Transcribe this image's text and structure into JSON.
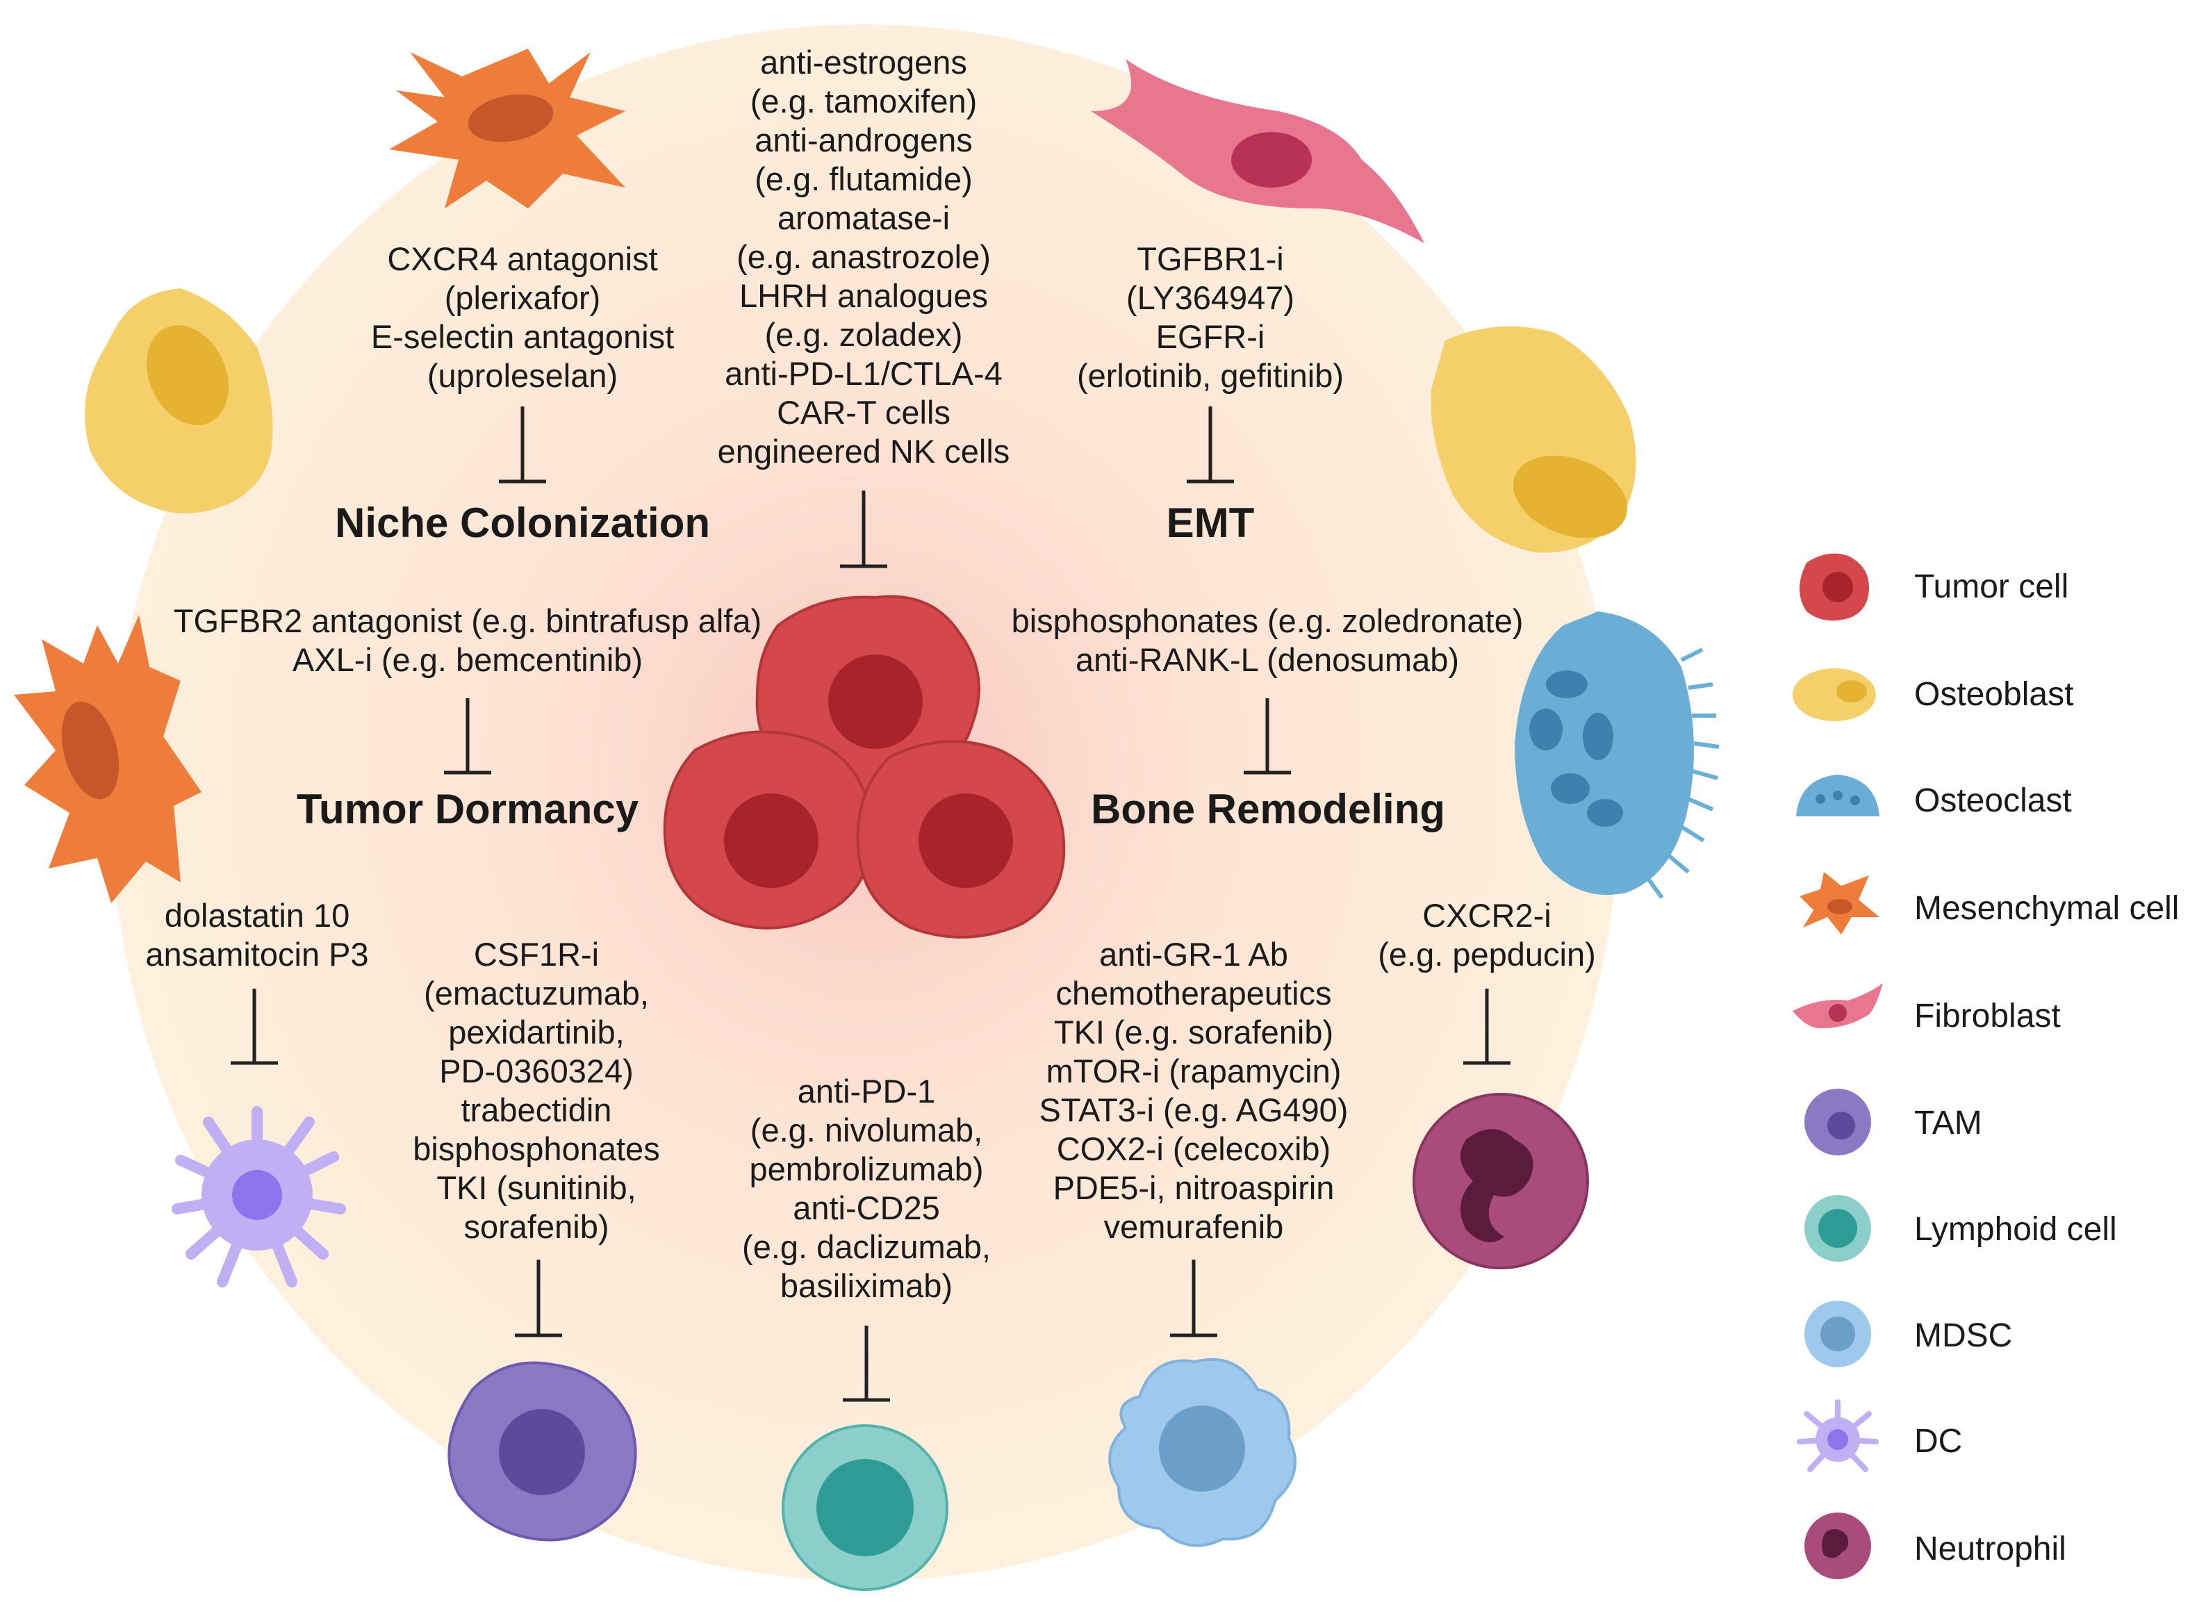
{
  "processes": {
    "niche_colonization": "Niche Colonization",
    "emt": "EMT",
    "tumor_dormancy": "Tumor Dormancy",
    "bone_remodeling": "Bone Remodeling"
  },
  "drugs": {
    "niche": "CXCR4 antagonist\n(plerixafor)\nE-selectin antagonist\n(uproleselan)",
    "center": "anti-estrogens\n(e.g. tamoxifen)\nanti-androgens\n(e.g. flutamide)\naromatase-i\n(e.g. anastrozole)\nLHRH analogues\n(e.g. zoladex)\nanti-PD-L1/CTLA-4\nCAR-T cells\nengineered NK cells",
    "emt": "TGFBR1-i\n(LY364947)\nEGFR-i\n(erlotinib, gefitinib)",
    "dormancy": "TGFBR2 antagonist (e.g. bintrafusp alfa)\nAXL-i (e.g. bemcentinib)",
    "bone": "bisphosphonates (e.g. zoledronate)\nanti-RANK-L (denosumab)",
    "dc": "dolastatin 10\nansamitocin P3",
    "tam": "CSF1R-i\n(emactuzumab,\npexidartinib,\nPD-0360324)\ntrabectidin\nbisphosphonates\nTKI (sunitinib,\nsorafenib)",
    "lymphoid": "anti-PD-1\n(e.g. nivolumab,\npembrolizumab)\nanti-CD25\n(e.g. daclizumab,\nbasiliximab)",
    "mdsc": "anti-GR-1 Ab\nchemotherapeutics\nTKI (e.g. sorafenib)\nmTOR-i (rapamycin)\nSTAT3-i (e.g. AG490)\nCOX2-i (celecoxib)\nPDE5-i, nitroaspirin\nvemurafenib",
    "neutrophil": "CXCR2-i\n(e.g. pepducin)"
  },
  "legend": [
    {
      "label": "Tumor cell",
      "icon": "tumor-cell-icon",
      "color": "#d4484b"
    },
    {
      "label": "Osteoblast",
      "icon": "osteoblast-icon",
      "color": "#f5d06a"
    },
    {
      "label": "Osteoclast",
      "icon": "osteoclast-icon",
      "color": "#6aaed6"
    },
    {
      "label": "Mesenchymal cell",
      "icon": "mesenchymal-cell-icon",
      "color": "#ee7d3b"
    },
    {
      "label": "Fibroblast",
      "icon": "fibroblast-icon",
      "color": "#e8768f"
    },
    {
      "label": "TAM",
      "icon": "tam-icon",
      "color": "#8b79c6"
    },
    {
      "label": "Lymphoid cell",
      "icon": "lymphoid-cell-icon",
      "color": "#3fa8a3"
    },
    {
      "label": "MDSC",
      "icon": "mdsc-icon",
      "color": "#8fc0e6"
    },
    {
      "label": "DC",
      "icon": "dc-icon",
      "color": "#b9a9f0"
    },
    {
      "label": "Neutrophil",
      "icon": "neutrophil-icon",
      "color": "#a94c7b"
    }
  ]
}
